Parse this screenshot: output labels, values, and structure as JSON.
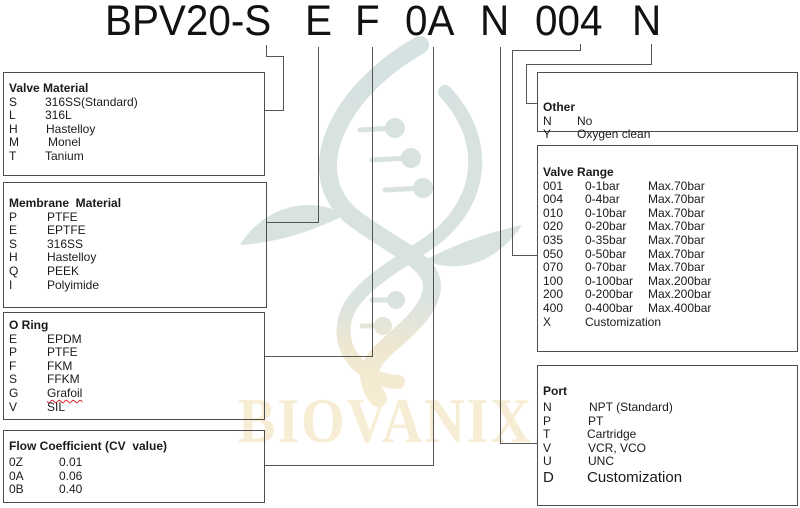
{
  "model_code": {
    "parts": [
      "BPV20-S",
      "E",
      "F",
      "0A",
      "N",
      "004",
      "N"
    ]
  },
  "valve_material": {
    "heading": "Valve Material",
    "rows": [
      {
        "code": "S",
        "value": "316SS(Standard)"
      },
      {
        "code": "L",
        "value": "316L"
      },
      {
        "code": "H",
        "value": "Hastelloy"
      },
      {
        "code": "M",
        "value": "Monel"
      },
      {
        "code": "T",
        "value": "Tanium"
      }
    ]
  },
  "membrane_material": {
    "heading": "Membrane  Material",
    "rows": [
      {
        "code": "P",
        "value": "PTFE"
      },
      {
        "code": "E",
        "value": "EPTFE"
      },
      {
        "code": "S",
        "value": "316SS"
      },
      {
        "code": "H",
        "value": "Hastelloy"
      },
      {
        "code": "Q",
        "value": "PEEK"
      },
      {
        "code": "I",
        "value": "Polyimide"
      }
    ]
  },
  "o_ring": {
    "heading": "O Ring",
    "rows": [
      {
        "code": "E",
        "value": "EPDM"
      },
      {
        "code": "P",
        "value": "PTFE"
      },
      {
        "code": "F",
        "value": "FKM"
      },
      {
        "code": "S",
        "value": "FFKM"
      },
      {
        "code": "G",
        "value": "Grafoil"
      },
      {
        "code": "V",
        "value": "SIL"
      }
    ]
  },
  "flow_coefficient": {
    "heading": "Flow Coefficient (CV  value)",
    "rows": [
      {
        "code": "0Z",
        "value": "0.01"
      },
      {
        "code": "0A",
        "value": "0.06"
      },
      {
        "code": "0B",
        "value": "0.40"
      }
    ]
  },
  "other": {
    "heading": "Other",
    "rows": [
      {
        "code": "N",
        "value": "No"
      },
      {
        "code": "Y",
        "value": "Oxygen clean"
      }
    ]
  },
  "valve_range": {
    "heading": "Valve Range",
    "rows": [
      {
        "code": "001",
        "range": "0-1bar",
        "max": "Max.70bar"
      },
      {
        "code": "004",
        "range": "0-4bar",
        "max": "Max.70bar"
      },
      {
        "code": "010",
        "range": "0-10bar",
        "max": "Max.70bar"
      },
      {
        "code": "020",
        "range": "0-20bar",
        "max": "Max.70bar"
      },
      {
        "code": "035",
        "range": "0-35bar",
        "max": "Max.70bar"
      },
      {
        "code": "050",
        "range": "0-50bar",
        "max": "Max.70bar"
      },
      {
        "code": "070",
        "range": "0-70bar",
        "max": "Max.70bar"
      },
      {
        "code": "100",
        "range": "0-100bar",
        "max": "Max.200bar"
      },
      {
        "code": "200",
        "range": "0-200bar",
        "max": "Max.200bar"
      },
      {
        "code": "400",
        "range": "0-400bar",
        "max": "Max.400bar"
      },
      {
        "code": "X",
        "range": "Customization",
        "max": ""
      }
    ]
  },
  "port": {
    "heading": "Port",
    "rows": [
      {
        "code": "N",
        "value": "NPT (Standard)"
      },
      {
        "code": "P",
        "value": "PT"
      },
      {
        "code": "T",
        "value": "Cartridge"
      },
      {
        "code": "V",
        "value": "VCR, VCO"
      },
      {
        "code": "U",
        "value": "UNC"
      },
      {
        "code": "D",
        "value": "Customization"
      }
    ]
  },
  "watermark": {
    "brand_text": "BIOVANIX",
    "logo": "dna-leaf-logo"
  },
  "colors": {
    "text": "#1a1a1a",
    "border": "#4d4d4d",
    "connector": "#555555",
    "watermark_logo": "#d8e2e2",
    "watermark_text": "#f7edd4"
  }
}
